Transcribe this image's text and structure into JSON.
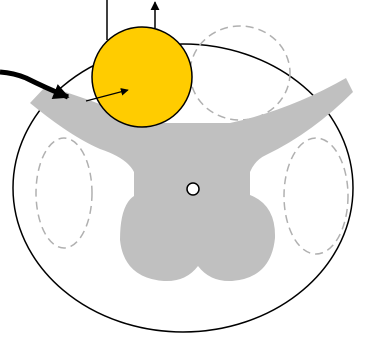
{
  "diagram": {
    "colors": {
      "background": "#ffffff",
      "outline": "#000000",
      "cross_section": "#c0c0c0",
      "dashed_region": "#b0b0b0",
      "highlight_circle": "#ffcc00",
      "arrow": "#000000"
    },
    "elements": [
      "outer-circle",
      "upper-right-dashed-region",
      "left-dashed-region",
      "right-dashed-region",
      "gray-cross-section",
      "center-point",
      "yellow-circle",
      "incoming-thick-arrow",
      "inner-arrow",
      "upward-arrow",
      "vertical-line"
    ]
  }
}
